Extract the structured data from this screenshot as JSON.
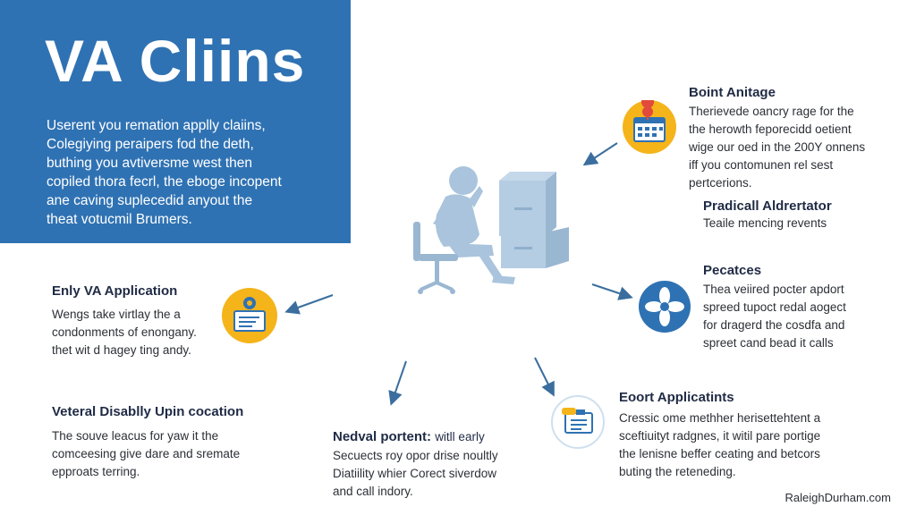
{
  "hero": {
    "title": "VA Cliins",
    "lines": [
      "Userent you remation applly claiins,",
      "Colegiying peraipers fod the deth,",
      "buthing you avtiversme west then",
      "copiled thora fecrl, the eboge incopent",
      "ane caving suplecedid anyout the",
      "theat votucmil Brumers."
    ]
  },
  "sections": {
    "boint": {
      "heading": "Boint Anitage",
      "lines": [
        "Therievede oancry rage for the",
        "the herowth feporecidd oetient",
        "wige our oed in the 200Y onnens",
        "iff you contomunen rel sest",
        "pertcerions."
      ]
    },
    "pradicall": {
      "heading": "Pradicall Aldrertator",
      "lines": [
        "Teaile mencing revents"
      ]
    },
    "pecatces": {
      "heading": "Pecatces",
      "lines": [
        "Thea veiired pocter apdort",
        "spreed tupoct redal aogect",
        "for dragerd the cosdfa and",
        "spreet cand bead it calls"
      ]
    },
    "enly": {
      "heading": "Enly VA Application",
      "lines": [
        "Wengs take virtlay the a",
        "condonments of enongany.",
        "thet wit d hagey ting andy."
      ]
    },
    "veteral": {
      "heading": "Veteral Disablly Upin cocation",
      "lines": [
        "The souve leacus for yaw it the",
        "comceesing give dare and sremate",
        "epproats terring."
      ]
    },
    "nedval": {
      "heading": "Nedval portent:",
      "heading_suffix": "witll early",
      "lines": [
        "Secuects roy opor drise noultly",
        "Diatiility whier Corect siverdow",
        "and call indory."
      ]
    },
    "eoort": {
      "heading": "Eoort Applicatints",
      "lines": [
        "Cressic ome methher herisettehtent a",
        "sceftiuityt radgnes, it witil pare portige",
        "the lenisne beffer ceating and betcors",
        "buting the reteneding."
      ]
    }
  },
  "footer": "RaleighDurham.com",
  "colors": {
    "hero": "#2f72b3",
    "accent_yellow": "#f4b41a",
    "icon_blue": "#2f72b3",
    "arrow": "#3b6e9e",
    "figure": "#a9c4dc"
  }
}
